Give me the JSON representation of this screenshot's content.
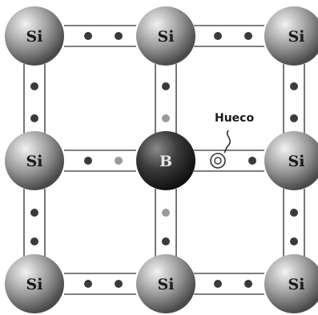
{
  "diagram": {
    "atoms": [
      {
        "label": "Si",
        "kind": "silicon"
      },
      {
        "label": "Si",
        "kind": "silicon"
      },
      {
        "label": "Si",
        "kind": "silicon"
      },
      {
        "label": "Si",
        "kind": "silicon"
      },
      {
        "label": "B",
        "kind": "boron"
      },
      {
        "label": "Si",
        "kind": "silicon"
      },
      {
        "label": "Si",
        "kind": "silicon"
      },
      {
        "label": "Si",
        "kind": "silicon"
      },
      {
        "label": "Si",
        "kind": "silicon"
      }
    ],
    "hole_label": "Hueco"
  },
  "colors": {
    "silicon_atom": "#8a8a8a",
    "boron_atom": "#2e2e2e",
    "electron": "#3a3a3a",
    "bond_line": "#555555",
    "text": "#1a1a1a"
  }
}
